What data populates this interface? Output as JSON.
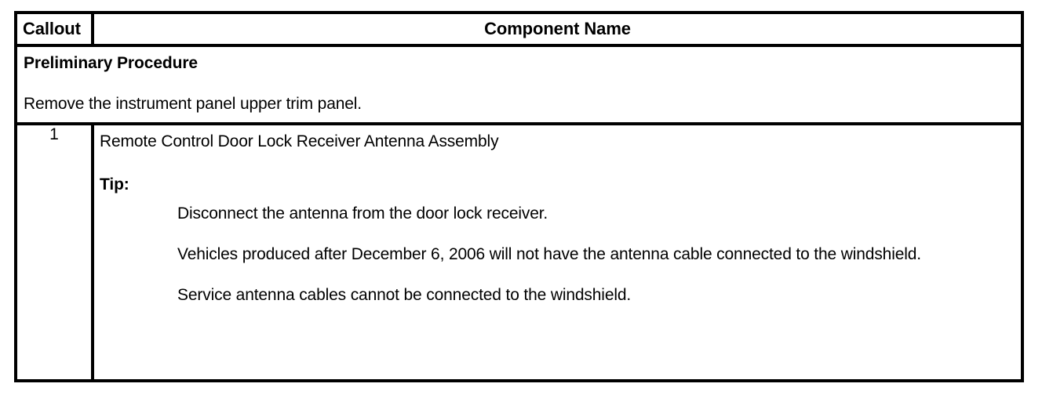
{
  "document": {
    "type": "service-procedure-table",
    "colors": {
      "background": "#ffffff",
      "text": "#000000",
      "border": "#000000"
    }
  },
  "table": {
    "columns": [
      {
        "key": "callout",
        "header": "Callout"
      },
      {
        "key": "component_name",
        "header": "Component Name"
      }
    ],
    "preliminary": {
      "heading": "Preliminary Procedure",
      "text": "Remove the instrument panel upper trim panel."
    },
    "rows": [
      {
        "callout": "1",
        "component_name": "Remote Control Door Lock Receiver Antenna Assembly",
        "tip_label": "Tip:",
        "tips": [
          "Disconnect the antenna from the door lock receiver.",
          "Vehicles produced after December 6, 2006 will not have the antenna cable connected to the windshield.",
          "Service antenna cables cannot be connected to the windshield."
        ]
      }
    ]
  }
}
